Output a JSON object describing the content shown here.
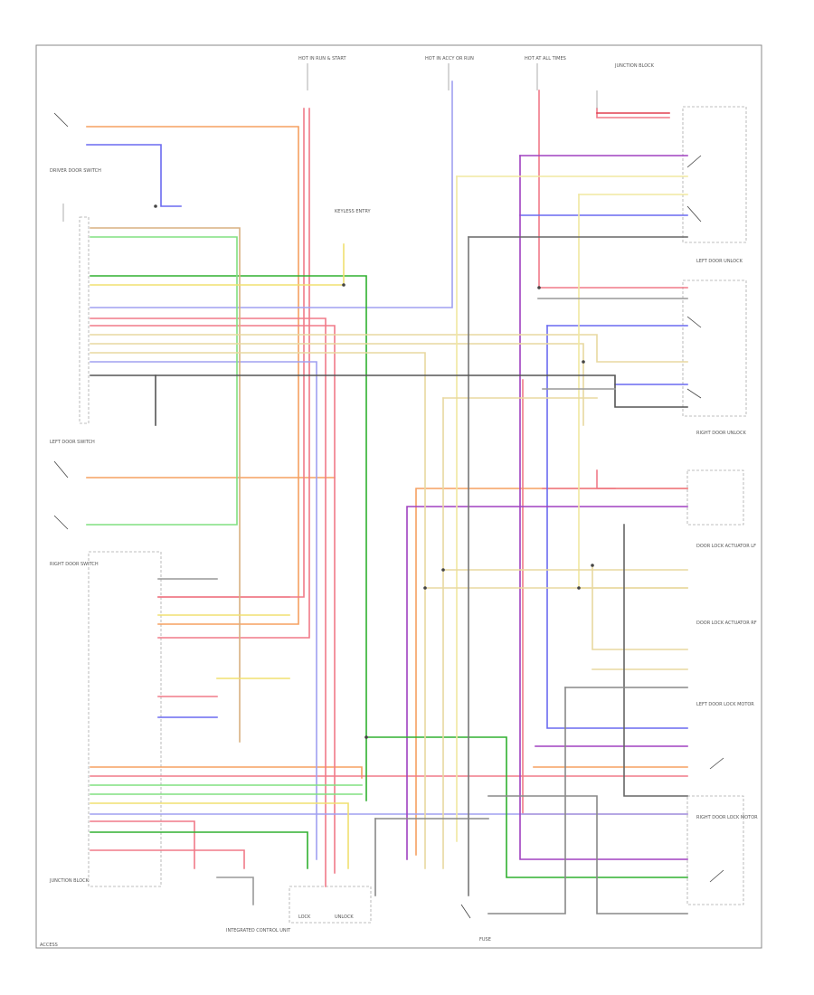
{
  "diagram": {
    "labels": {
      "hot_run_start": "HOT IN RUN & START",
      "hot_accy_run": "HOT IN ACCY OR RUN",
      "hot_all_times": "HOT AT ALL TIMES",
      "junction_block_top": "JUNCTION BLOCK",
      "junction_block_bottom": "JUNCTION BLOCK",
      "driver_door_switch": "DRIVER DOOR SWITCH",
      "left_door_switch": "LEFT DOOR SWITCH",
      "right_door_switch": "RIGHT DOOR SWITCH",
      "left_door_unlock": "LEFT DOOR UNLOCK",
      "right_door_unlock": "RIGHT DOOR UNLOCK",
      "keyless_entry": "KEYLESS ENTRY",
      "door_lock_actuator_lf": "DOOR LOCK ACTUATOR LF",
      "door_lock_actuator_rf": "DOOR LOCK ACTUATOR RF",
      "left_door_lock_motor": "LEFT DOOR LOCK MOTOR",
      "right_door_lock_motor": "RIGHT DOOR LOCK MOTOR",
      "integrated_control_unit": "INTEGRATED CONTROL UNIT",
      "fuse": "FUSE",
      "lock": "LOCK",
      "unlock": "UNLOCK",
      "footer": "ACCESS"
    }
  }
}
